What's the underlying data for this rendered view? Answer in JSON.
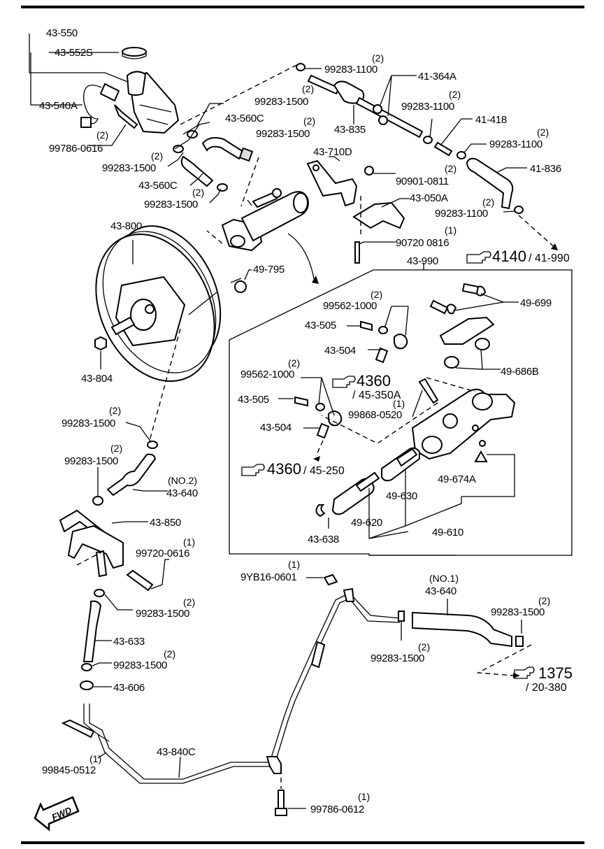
{
  "labels": {
    "p43_550": "43-550",
    "p43_552s": "43-552S",
    "p43_540a": "43-540A",
    "p99786_0616": "99786-0616",
    "q99786_0616": "(2)",
    "p99283_1500_a": "99283-1500",
    "q99283_1500_a": "(2)",
    "p43_560c_a": "43-560C",
    "p99283_1500_b": "99283-1500",
    "q99283_1500_b": "(2)",
    "p99283_1500_c": "99283-1500",
    "q99283_1500_c": "(2)",
    "p43_560c_b": "43-560C",
    "p99283_1500_d": "99283-1500",
    "q99283_1500_d": "(2)",
    "p99283_1100_a": "99283-1100",
    "q99283_1100_a": "(2)",
    "p41_364a": "41-364A",
    "p99283_1100_b": "99283-1100",
    "q99283_1100_b": "(2)",
    "p43_835": "43-835",
    "p41_418": "41-418",
    "p99283_1100_c": "99283-1100",
    "q99283_1100_c": "(2)",
    "p41_836": "41-836",
    "p43_710d": "43-710D",
    "p90901_0811": "90901-0811",
    "q90901_0811": "(2)",
    "p43_050a": "43-050A",
    "p99283_1100_d": "99283-1100",
    "q99283_1100_d": "(2)",
    "p90720_0816": "90720 0816",
    "q90720_0816": "(1)",
    "ref4140": "4140",
    "ref41_990": "/ 41-990",
    "p43_800": "43-800",
    "p49_795": "49-795",
    "p43_990": "43-990",
    "p99562_1000_a": "99562-1000",
    "q99562_1000_a": "(2)",
    "p49_699": "49-699",
    "p43_505_a": "43-505",
    "p43_504_a": "43-504",
    "p49_686b": "49-686B",
    "p43_804": "43-804",
    "p99562_1000_b": "99562-1000",
    "q99562_1000_b": "(2)",
    "ref4360_a": "4360",
    "ref45_350a": "/ 45-350A",
    "p43_505_b": "43-505",
    "p99868_0520": "99868-0520",
    "q99868_0520": "(1)",
    "p43_504_b": "43-504",
    "p99283_1500_e": "99283-1500",
    "q99283_1500_e": "(2)",
    "ref4360_b": "4360",
    "ref45_250": "/ 45-250",
    "p49_674a": "49-674A",
    "p99283_1500_f": "99283-1500",
    "q99283_1500_f": "(2)",
    "no2": "(NO.2)",
    "p43_640_a": "43-640",
    "p49_630": "49-630",
    "p43_850": "43-850",
    "p49_620": "49-620",
    "p49_610": "49-610",
    "p43_638": "43-638",
    "p99720_0616": "99720-0616",
    "q99720_0616": "(1)",
    "p9yb16_0601": "9YB16-0601",
    "q9yb16_0601": "(1)",
    "no1": "(NO.1)",
    "p43_640_b": "43-640",
    "p99283_1500_g": "99283-1500",
    "q99283_1500_g": "(2)",
    "p99283_1500_h": "99283-1500",
    "q99283_1500_h": "(2)",
    "p43_633": "43-633",
    "p99283_1500_i": "99283-1500",
    "q99283_1500_i": "(2)",
    "p99283_1500_j": "99283-1500",
    "q99283_1500_j": "(2)",
    "ref1375": "1375",
    "ref20_380": "/ 20-380",
    "p43_606": "43-606",
    "p43_840c": "43-840C",
    "p99845_0512": "99845-0512",
    "q99845_0512": "(1)",
    "p99786_0612": "99786-0612",
    "q99786_0612": "(1)",
    "fwd": "FWD"
  },
  "icons": [
    "pointing-hand-icon",
    "fwd-arrow-icon"
  ]
}
